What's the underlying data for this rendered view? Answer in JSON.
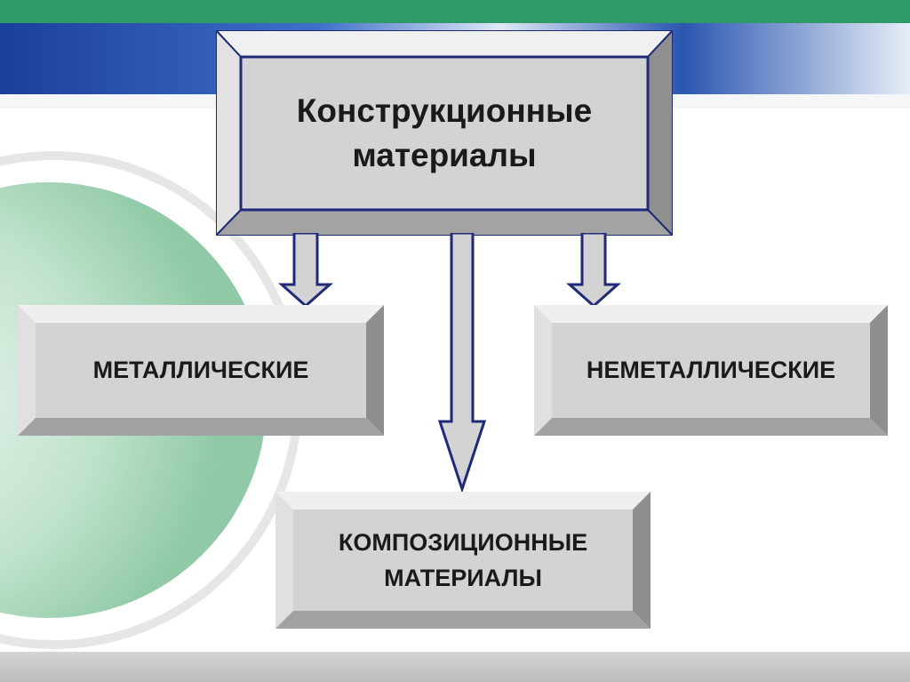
{
  "diagram": {
    "main_node": {
      "line1": "Конструкционные",
      "line2": "материалы"
    },
    "left_node": {
      "label": "МЕТАЛЛИЧЕСКИЕ"
    },
    "right_node": {
      "label": "НЕМЕТАЛЛИЧЕСКИЕ"
    },
    "bottom_node": {
      "line1": "КОМПОЗИЦИОННЫЕ",
      "line2": "МАТЕРИАЛЫ"
    }
  },
  "colors": {
    "box_face": "#d3d3d3",
    "box_outline": "#1f2a78",
    "top_band_green": "#2e9a66",
    "bottom_band_gray": "#c9c9c9"
  }
}
